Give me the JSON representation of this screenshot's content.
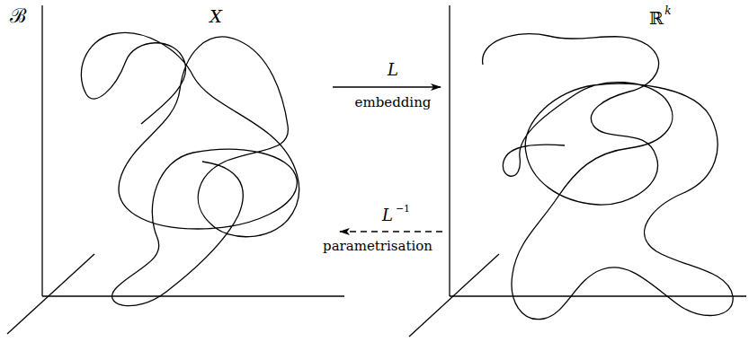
{
  "diagram": {
    "labels": [
      "ℬ",
      "X",
      "ℝ",
      "k",
      "L",
      "embedding",
      "L",
      "−1",
      "parametrisation"
    ]
  }
}
